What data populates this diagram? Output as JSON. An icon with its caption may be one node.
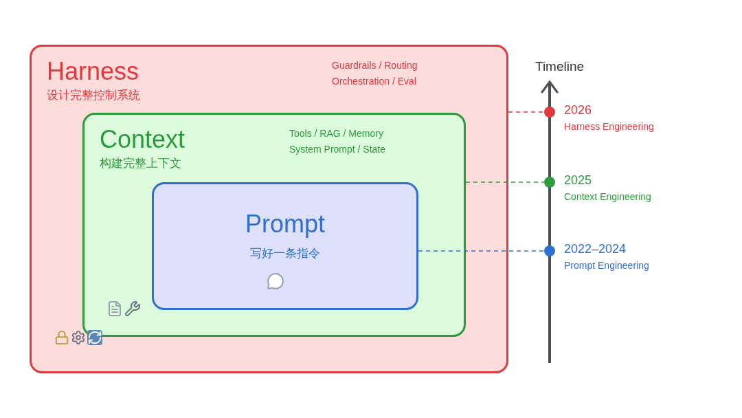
{
  "diagram": {
    "nodes": [
      {
        "text": [
          "Harness",
          "设计完整控制系统",
          "Guardrails / Routing Orchestration / Eval"
        ]
      },
      {
        "text": [
          "Context",
          "构建完整上下文",
          "Tools / RAG / Memory System Prompt / State"
        ],
        "in": 0
      },
      {
        "text": [
          "Prompt",
          "写好一条指令"
        ],
        "in": 1
      },
      {
        "text": [],
        "shape": "circle",
        "beside": [
          "2026",
          "Harness Engineering"
        ]
      },
      {
        "text": [],
        "shape": "circle",
        "beside": [
          "2025",
          "Context Engineering"
        ]
      },
      {
        "text": [],
        "shape": "circle",
        "beside": [
          "2022–2024",
          "Prompt Engineering"
        ]
      }
    ],
    "edges": [
      {
        "from": 0,
        "to": 3,
        "arrow": "none",
        "style": "dashed",
        "color": "#e0393e"
      },
      {
        "from": 1,
        "to": 4,
        "arrow": "none",
        "style": "dashed",
        "color": "#2e9a3e"
      },
      {
        "from": 2,
        "to": 5,
        "arrow": "none",
        "style": "dashed",
        "color": "#2f6fcf"
      }
    ],
    "labels": [
      "Timeline"
    ]
  }
}
